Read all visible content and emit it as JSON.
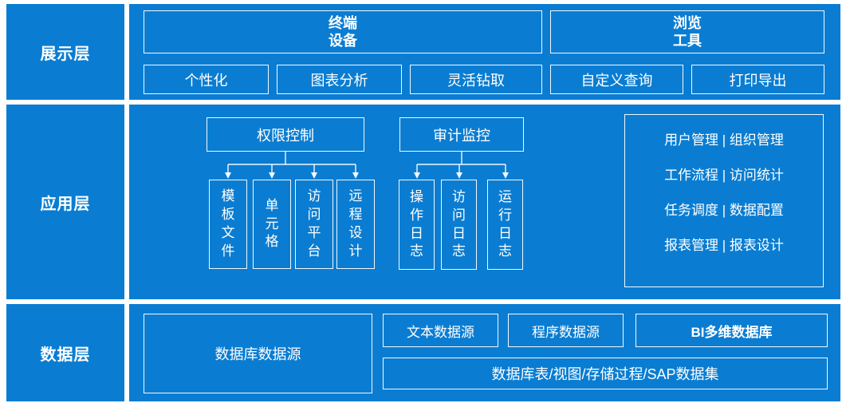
{
  "colors": {
    "layer_bg": "#0a7dd2"
  },
  "presentation": {
    "label": "展示层",
    "groups": [
      {
        "title": "终端\n设备",
        "items": [
          "个性化",
          "图表分析",
          "灵活钻取"
        ]
      },
      {
        "title": "浏览\n工具",
        "items": [
          "自定义查询",
          "打印导出"
        ]
      }
    ]
  },
  "application": {
    "label": "应用层",
    "trees": [
      {
        "parent": "权限控制",
        "children": [
          "模板文件",
          "单元格",
          "访问平台",
          "远程设计"
        ]
      },
      {
        "parent": "审计监控",
        "children": [
          "操作日志",
          "访问日志",
          "运行日志"
        ]
      }
    ],
    "panel_rows": [
      "用户管理 | 组织管理",
      "工作流程 | 访问统计",
      "任务调度 | 数据配置",
      "报表管理 | 报表设计"
    ]
  },
  "data_layer": {
    "label": "数据层",
    "main_source": "数据库数据源",
    "sources": [
      "文本数据源",
      "程序数据源",
      "BI多维数据库"
    ],
    "detail": "数据库表/视图/存储过程/SAP数据集"
  }
}
